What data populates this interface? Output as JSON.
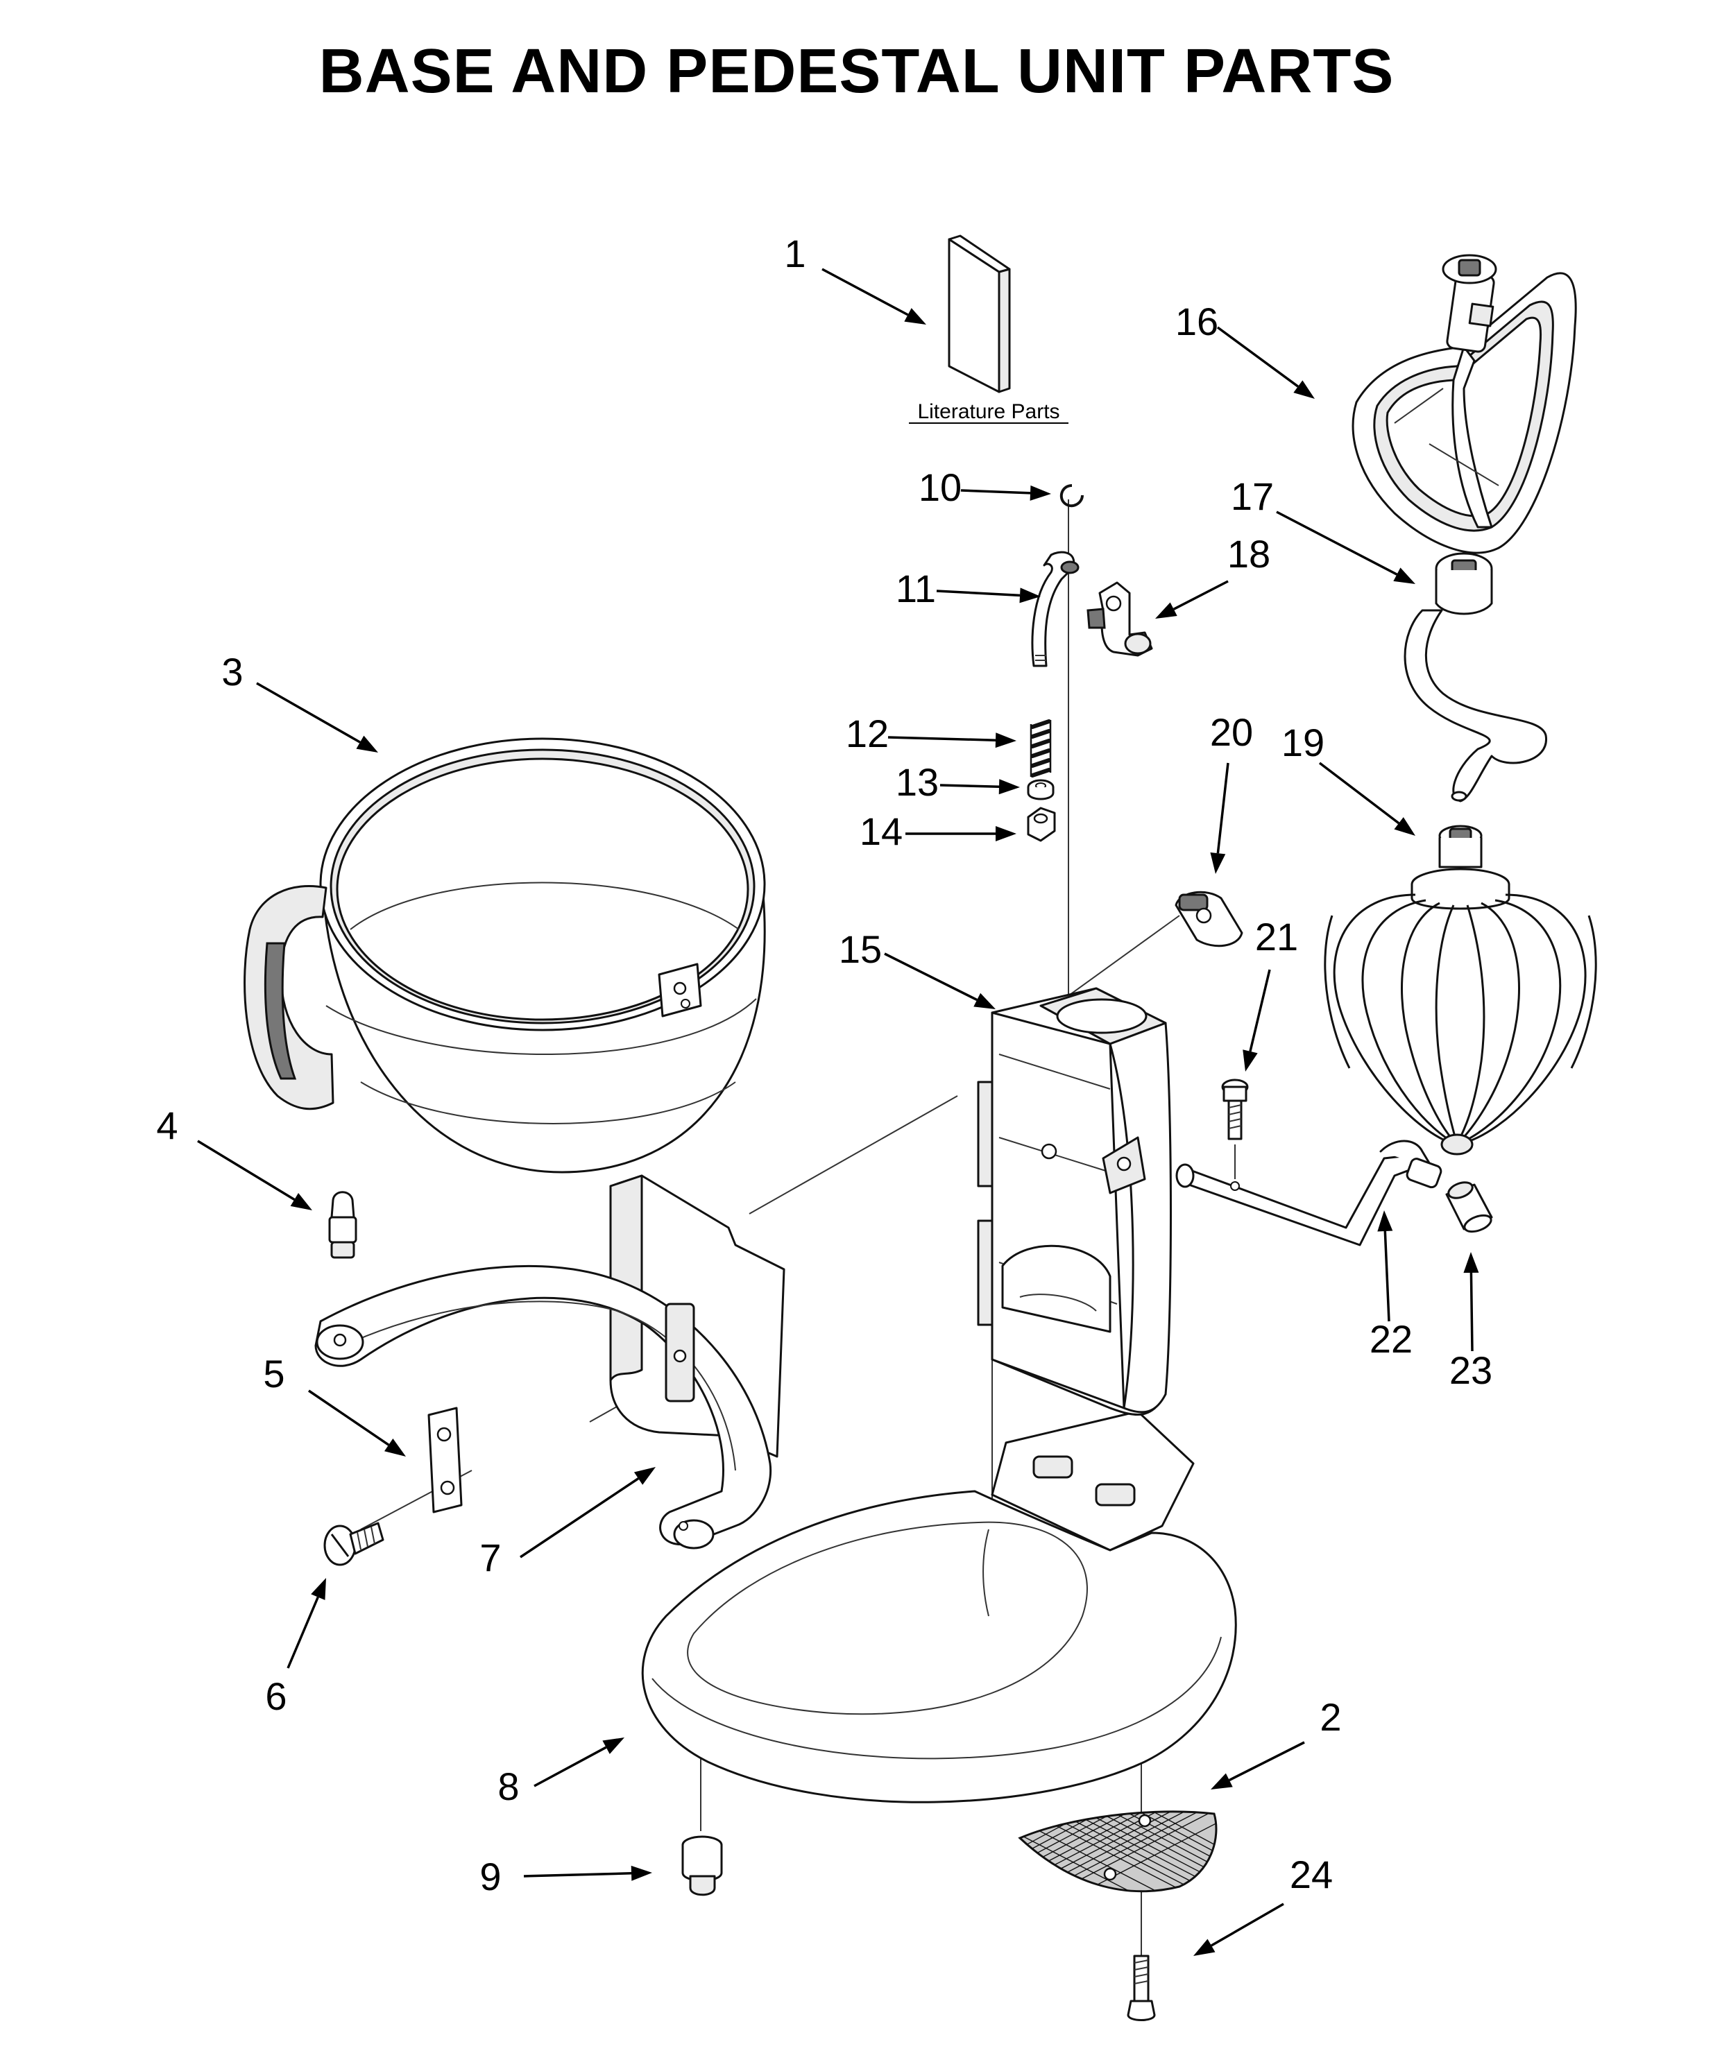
{
  "title": "BASE AND PEDESTAL UNIT PARTS",
  "literature_label": "Literature Parts",
  "callouts": [
    {
      "id": "1",
      "label": "1"
    },
    {
      "id": "2",
      "label": "2"
    },
    {
      "id": "3",
      "label": "3"
    },
    {
      "id": "4",
      "label": "4"
    },
    {
      "id": "5",
      "label": "5"
    },
    {
      "id": "6",
      "label": "6"
    },
    {
      "id": "7",
      "label": "7"
    },
    {
      "id": "8",
      "label": "8"
    },
    {
      "id": "9",
      "label": "9"
    },
    {
      "id": "10",
      "label": "10"
    },
    {
      "id": "11",
      "label": "11"
    },
    {
      "id": "12",
      "label": "12"
    },
    {
      "id": "13",
      "label": "13"
    },
    {
      "id": "14",
      "label": "14"
    },
    {
      "id": "15",
      "label": "15"
    },
    {
      "id": "16",
      "label": "16"
    },
    {
      "id": "17",
      "label": "17"
    },
    {
      "id": "18",
      "label": "18"
    },
    {
      "id": "19",
      "label": "19"
    },
    {
      "id": "20",
      "label": "20"
    },
    {
      "id": "21",
      "label": "21"
    },
    {
      "id": "22",
      "label": "22"
    },
    {
      "id": "23",
      "label": "23"
    },
    {
      "id": "24",
      "label": "24"
    }
  ]
}
